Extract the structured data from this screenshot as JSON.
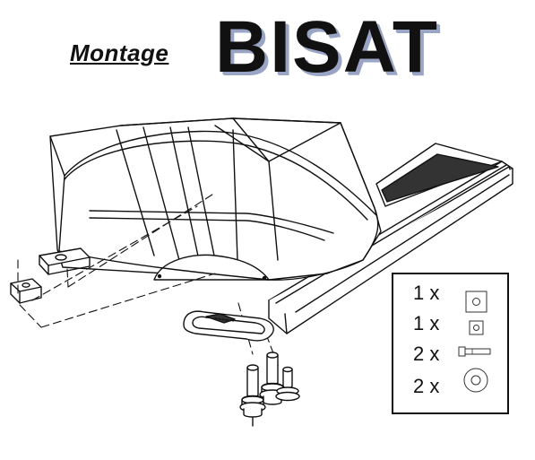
{
  "header": {
    "subtitle": "Montage",
    "title": "BISAT"
  },
  "parts_list": {
    "items": [
      {
        "qty": "1 x",
        "icon": "square-washer-large-icon"
      },
      {
        "qty": "1 x",
        "icon": "square-washer-small-icon"
      },
      {
        "qty": "2 x",
        "icon": "bolt-icon"
      },
      {
        "qty": "2 x",
        "icon": "round-washer-icon"
      }
    ]
  }
}
